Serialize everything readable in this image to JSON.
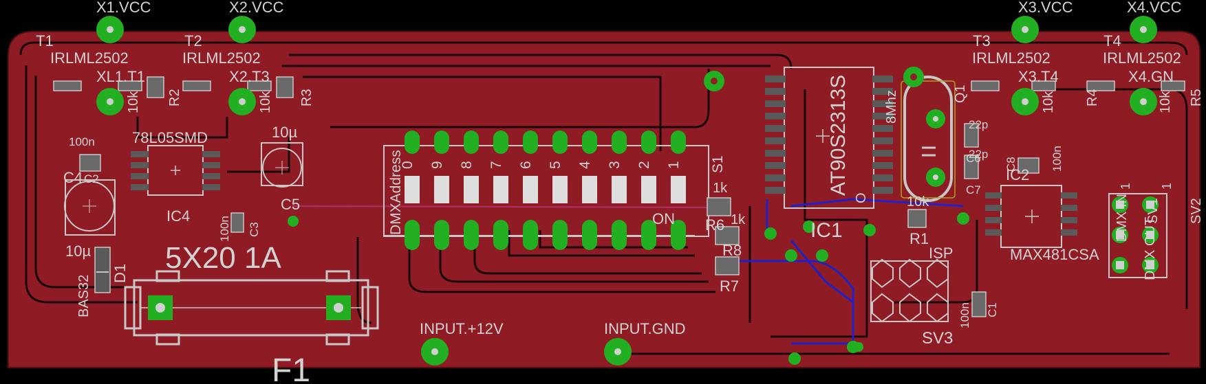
{
  "colors": {
    "background": "#000000",
    "copper_top": "#8f1c24",
    "trace_outline": "#1a0608",
    "silkscreen": "#c8c8c8",
    "pad": "#22b022",
    "pad_hole": "#d0d0d0",
    "bottom_trace": "#2020c8",
    "airwire": "#b0306a"
  },
  "labels": {
    "x1_vcc": "X1.VCC",
    "x2_vcc": "X2.VCC",
    "x3_vcc": "X3.VCC",
    "x4_vcc": "X4.VCC",
    "t1": "T1",
    "t2": "T2",
    "t3": "T3",
    "t4": "T4",
    "irl_1": "IRLML2502",
    "irl_2": "IRLML2502",
    "irl_3": "IRLML2502",
    "irl_4": "IRLML2502",
    "xl1_t1": "XL1.T1",
    "x2_t3": "X2.T3",
    "x3_t4": "X3.T4",
    "x4_gn": "X4.GN",
    "r_10k_a": "10k",
    "r_10k_b": "10k",
    "r_10k_c": "10k",
    "r_10k_d": "10k",
    "r2": "R2",
    "r3": "R3",
    "r4": "R4",
    "r5": "R5",
    "ic_name": "AT90S2313S",
    "osc_8mhz": "8Mhz",
    "q1": "Q1",
    "c_22p_a": "22p",
    "c_22p_b": "22p",
    "c6": "C6",
    "c7": "C7",
    "c_100n_top": "100n",
    "reg_78l05": "78L05SMD",
    "c4": "C4",
    "c2": "C2",
    "ic4": "IC4",
    "c_10u_top": "10µ",
    "c5": "C5",
    "c_100n_c3": "100n",
    "c3": "C3",
    "c_10u_bottom": "10µ",
    "d1": "D1",
    "bas32": "BAS32",
    "fuse_rating": "5X20 1A",
    "f1": "F1",
    "dmx_address": "DMXAddress",
    "switch_numbers": [
      "0",
      "9",
      "8",
      "7",
      "6",
      "5",
      "4",
      "3",
      "2",
      "1"
    ],
    "s1": "S1",
    "on": "ON",
    "r_1k_a": "1k",
    "r_1k_b": "1k",
    "r6": "R6",
    "r8": "R8",
    "r7": "R7",
    "ic1": "IC1",
    "ic1_o": "O",
    "r_10k_r1": "10k",
    "r1": "R1",
    "isp": "ISP",
    "sv3": "SV3",
    "ic2": "IC2",
    "c8": "C8",
    "c_100n_c8": "100n",
    "max481": "MAX481CSA",
    "c_100n_c1": "100n",
    "c1": "C1",
    "dmx_in": "DMX IN",
    "dmx_out": "DMX OUT",
    "sv1": "SV1",
    "sv2": "SV2",
    "pin1_a": "1",
    "pin1_b": "1",
    "input_12v": "INPUT.+12V",
    "input_gnd": "INPUT.GND"
  }
}
